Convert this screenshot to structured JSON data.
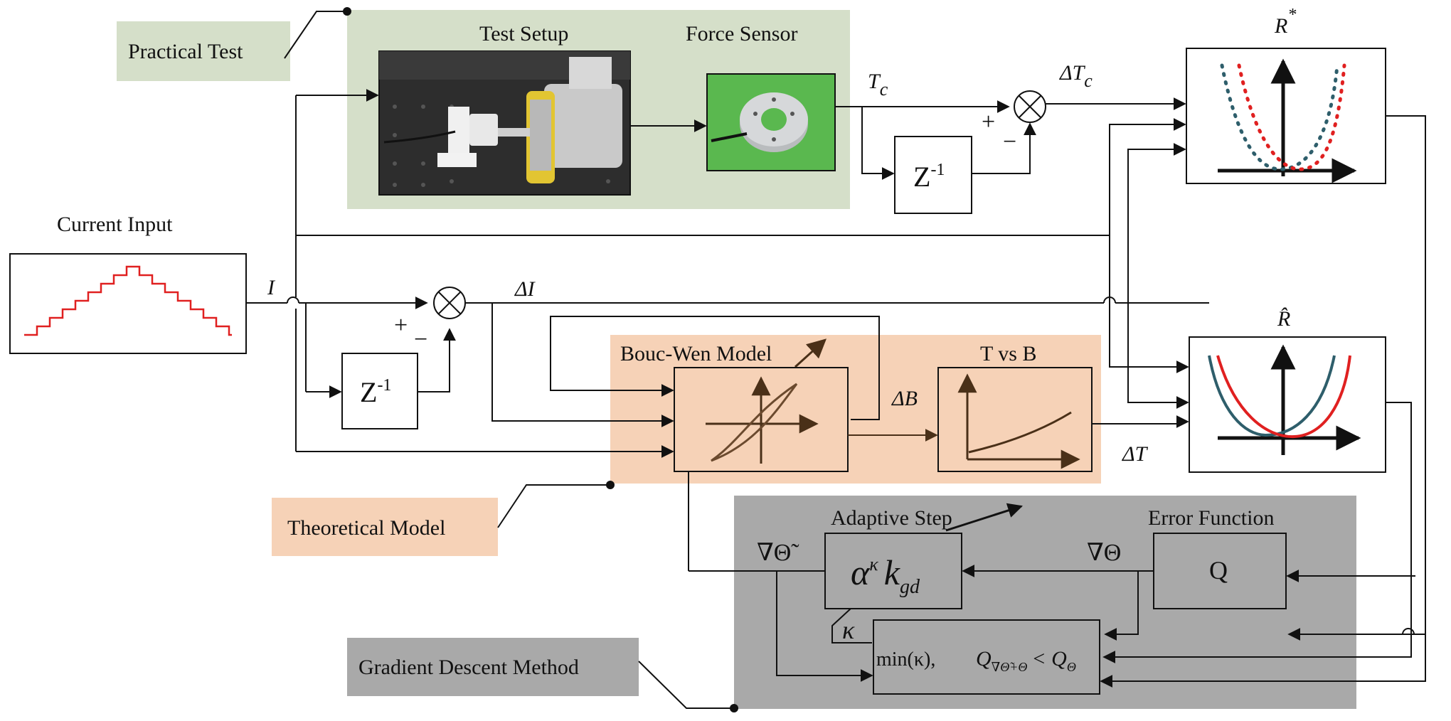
{
  "regions": {
    "practical_test": "Practical Test",
    "theoretical_model": "Theoretical Model",
    "gradient_descent": "Gradient Descent Method"
  },
  "blocks": {
    "test_setup": "Test Setup",
    "force_sensor": "Force Sensor",
    "current_input": "Current Input",
    "bouc_wen": "Bouc-Wen Model",
    "t_vs_b": "T vs B",
    "adaptive_step": "Adaptive Step",
    "error_function": "Error Function",
    "error_q": "Q",
    "delay": "Z",
    "delay_exp": "-1",
    "minimize": "min(κ),"
  },
  "signals": {
    "tc": "T",
    "tc_sub": "c",
    "delta_tc": "ΔT",
    "delta_tc_sub": "c",
    "i": "I",
    "delta_i": "ΔI",
    "delta_b": "ΔB",
    "delta_t": "ΔT",
    "r_star": "R",
    "r_star_sup": "*",
    "r_hat": "R̂",
    "grad_theta": "∇Θ",
    "grad_theta_tilde": "∇Θ̃",
    "kappa": "κ",
    "step_alpha": "α",
    "step_sup": "κ",
    "step_k": "k",
    "step_sub": "gd",
    "q_cond": "Q",
    "q_cond_sub": "∇Θ̃+Θ",
    "q_less": "< Q",
    "q_rhs_sub": "Θ",
    "plus": "+",
    "minus": "−"
  },
  "colors": {
    "practical_bg": "#d5dfc9",
    "theoretical_bg": "#f6d2b7",
    "gradient_bg": "#a9a9a9",
    "hysteresis": "#6b4a2e",
    "teal": "#2e5e6b",
    "red": "#e02020"
  }
}
